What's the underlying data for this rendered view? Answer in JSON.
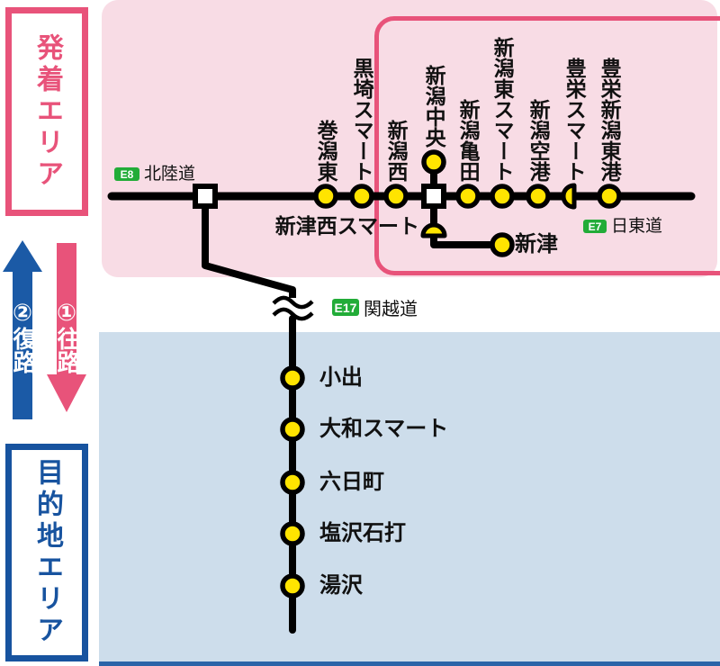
{
  "legend": {
    "departure_area": "発着エリア",
    "destination_area": "目的地エリア",
    "outbound": "①往路",
    "return": "②復路"
  },
  "roads": {
    "hokuriku": {
      "badge": "E8",
      "name": "北陸道"
    },
    "nitto": {
      "badge": "E7",
      "name": "日東道"
    },
    "kanetsu": {
      "badge": "E17",
      "name": "関越道"
    }
  },
  "top_line": {
    "stations": [
      {
        "name": "巻潟東"
      },
      {
        "name": "黒埼スマート"
      },
      {
        "name": "新潟西"
      },
      {
        "name": "新潟中央"
      },
      {
        "name": "新潟亀田"
      },
      {
        "name": "新潟東スマート"
      },
      {
        "name": "新潟空港"
      },
      {
        "name": "豊栄スマート"
      },
      {
        "name": "豊栄新潟東港"
      }
    ]
  },
  "branch": {
    "stations": [
      {
        "name": "新津西スマート"
      },
      {
        "name": "新津"
      }
    ]
  },
  "bottom_line": {
    "stations": [
      {
        "name": "小出"
      },
      {
        "name": "大和スマート"
      },
      {
        "name": "六日町"
      },
      {
        "name": "塩沢石打"
      },
      {
        "name": "湯沢"
      }
    ]
  },
  "colors": {
    "pink_accent": "#e8537a",
    "pink_bg": "#f8dce5",
    "blue_accent": "#17539f",
    "blue_bg": "#cdddeb",
    "blue_strip": "#2b64a8",
    "station_yellow": "#ffe400",
    "road_badge_green": "#22ac38"
  }
}
